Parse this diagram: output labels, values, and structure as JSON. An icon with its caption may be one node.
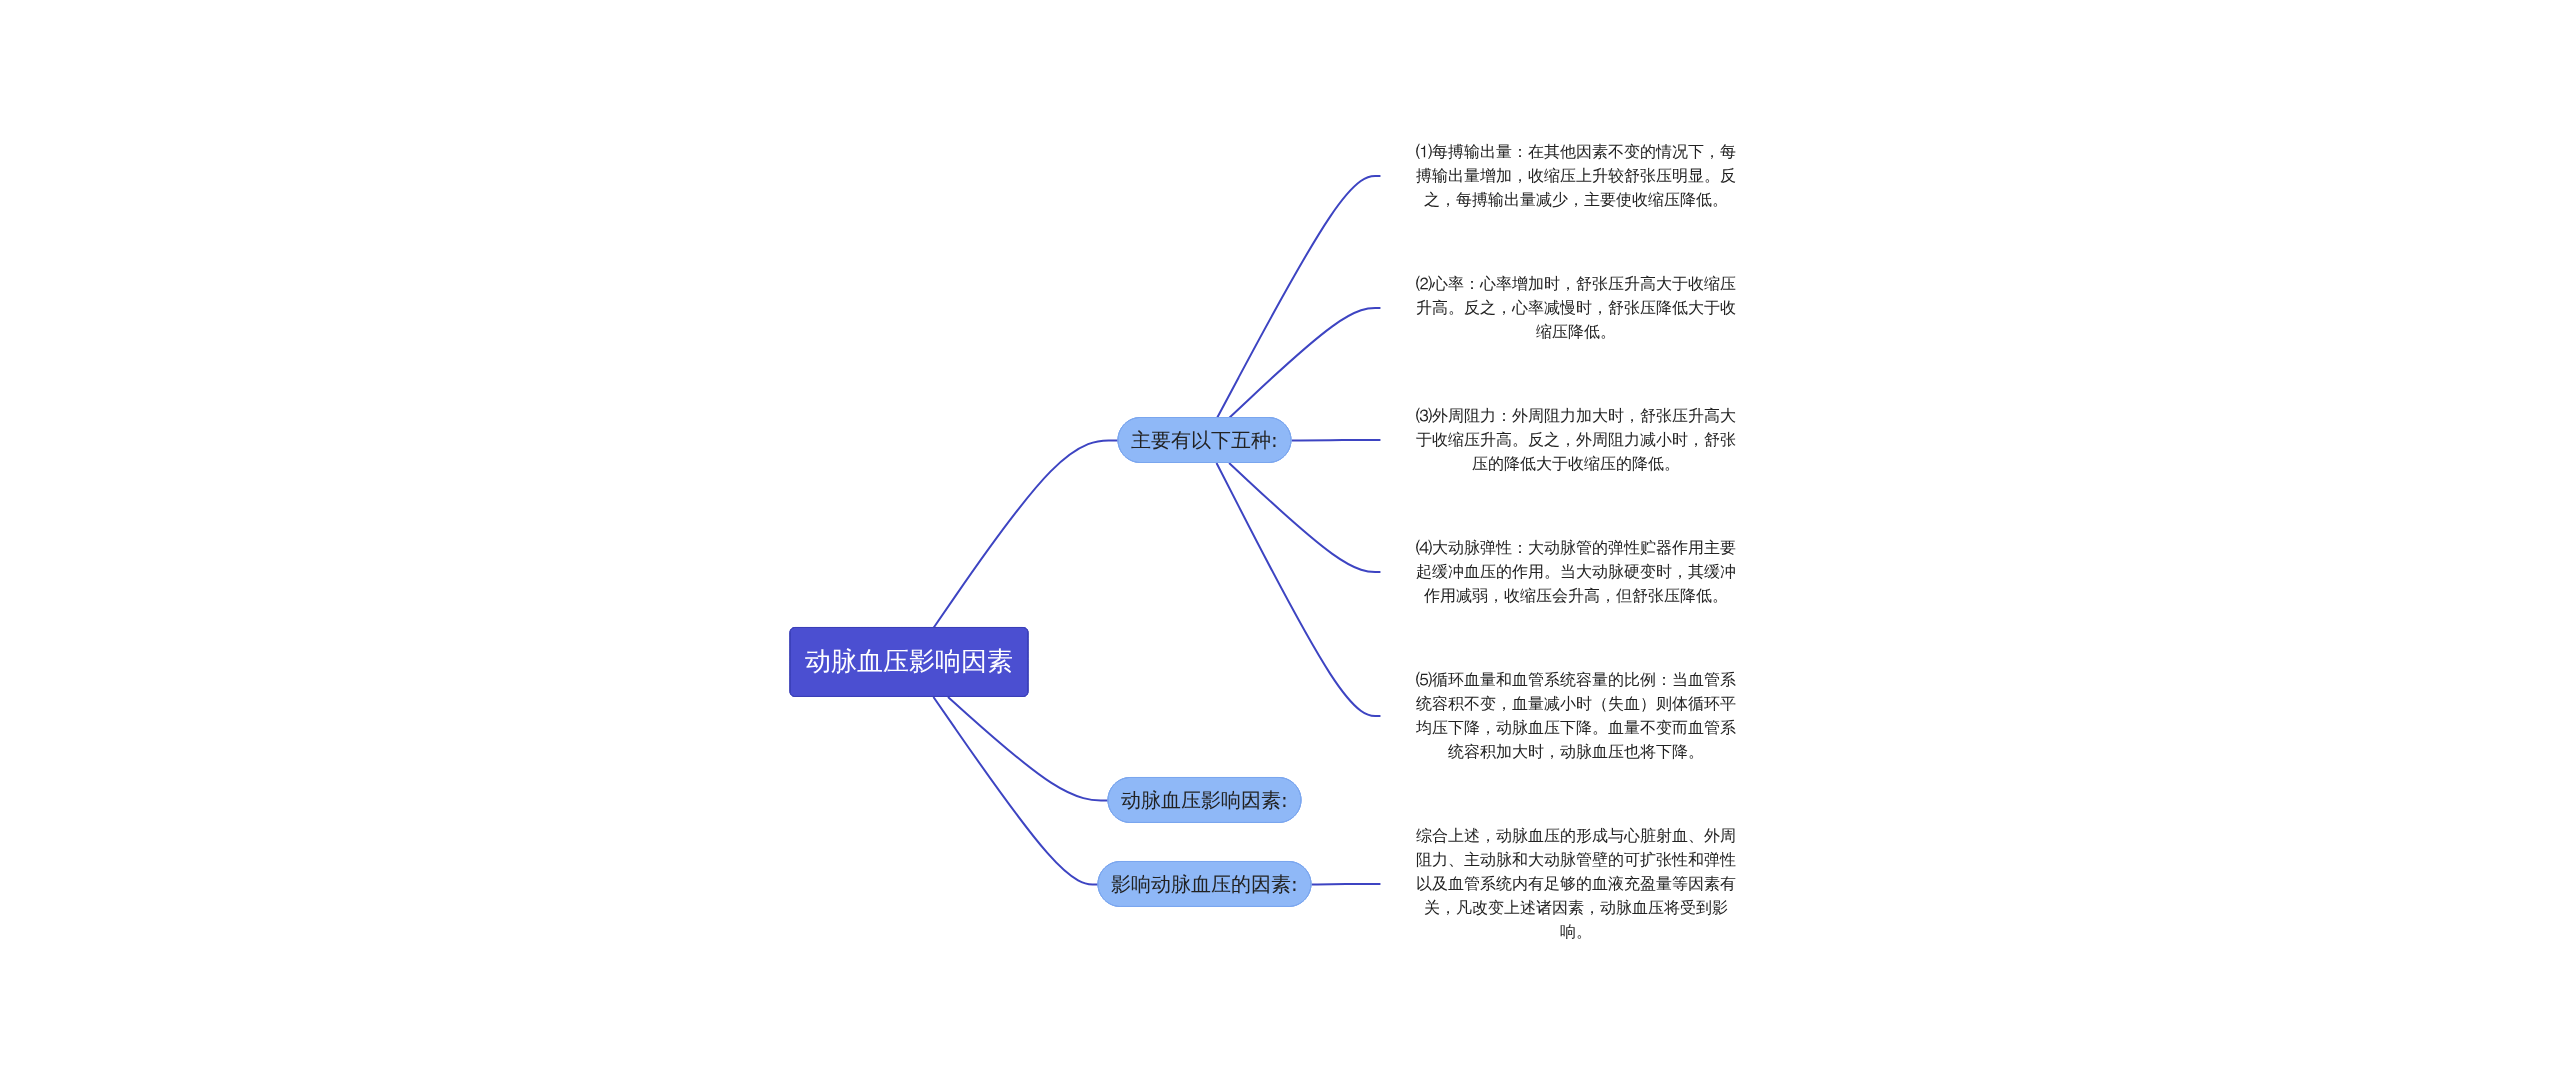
{
  "diagram": {
    "nodes": [
      {
        "text": [
          "动脉血压影响因素"
        ]
      },
      {
        "text": [
          "主要有以下五种:"
        ]
      },
      {
        "text": [
          "⑴每搏输出量：在其他因素不变的情况下，每搏输出量增加，收缩压上升较舒张压明显。反之，每搏输出量减少，主要使收缩压降低。"
        ]
      },
      {
        "text": [
          "⑵心率：心率增加时，舒张压升高大于收缩压升高。反之，心率减慢时，舒张压降低大于收缩压降低。"
        ]
      },
      {
        "text": [
          "⑶外周阻力：外周阻力加大时，舒张压升高大于收缩压升高。反之，外周阻力减小时，舒张压的降低大于收缩压的降低。"
        ]
      },
      {
        "text": [
          "⑷大动脉弹性：大动脉管的弹性贮器作用主要起缓冲血压的作用。当大动脉硬变时，其缓冲作用减弱，收缩压会升高，但舒张压降低。"
        ]
      },
      {
        "text": [
          "⑸循环血量和血管系统容量的比例：当血管系统容积不变，血量减小时（失血）则体循环平均压下降，动脉血压下降。血量不变而血管系统容积加大时，动脉血压也将下降。"
        ]
      },
      {
        "text": [
          "动脉血压影响因素:"
        ]
      },
      {
        "text": [
          "影响动脉血压的因素:"
        ]
      },
      {
        "text": [
          "综合上述，动脉血压的形成与心脏射血、外周阻力、主动脉和大动脉管壁的可扩张性和弹性以及血管系统内有足够的血液充盈量等因素有关，凡改变上述诸因素，动脉血压将受到影响。"
        ]
      }
    ],
    "edges": [
      {
        "from": 0,
        "to": 1,
        "arrow": "none"
      },
      {
        "from": 1,
        "to": 2,
        "arrow": "none"
      },
      {
        "from": 1,
        "to": 3,
        "arrow": "none"
      },
      {
        "from": 1,
        "to": 4,
        "arrow": "none"
      },
      {
        "from": 1,
        "to": 5,
        "arrow": "none"
      },
      {
        "from": 1,
        "to": 6,
        "arrow": "none"
      },
      {
        "from": 0,
        "to": 7,
        "arrow": "none"
      },
      {
        "from": 0,
        "to": 8,
        "arrow": "none"
      },
      {
        "from": 8,
        "to": 9,
        "arrow": "none"
      }
    ]
  }
}
